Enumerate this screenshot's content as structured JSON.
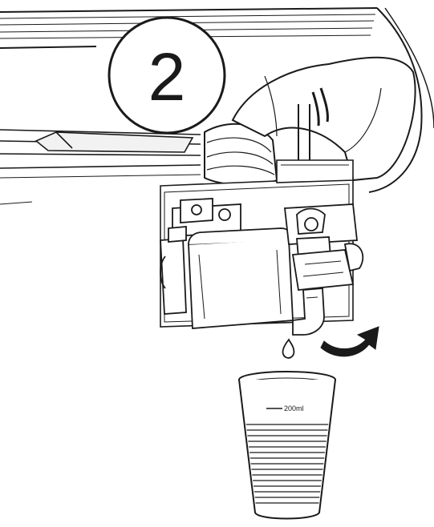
{
  "step": {
    "number": "2"
  },
  "cup": {
    "capacity_label": "200ml"
  },
  "colors": {
    "line": "#1a1a1a",
    "shade": "#cfcfcf",
    "light": "#ededed"
  },
  "icons": [
    "step-number-badge",
    "rotate-arrow-icon",
    "water-drop-icon",
    "measuring-cup"
  ]
}
